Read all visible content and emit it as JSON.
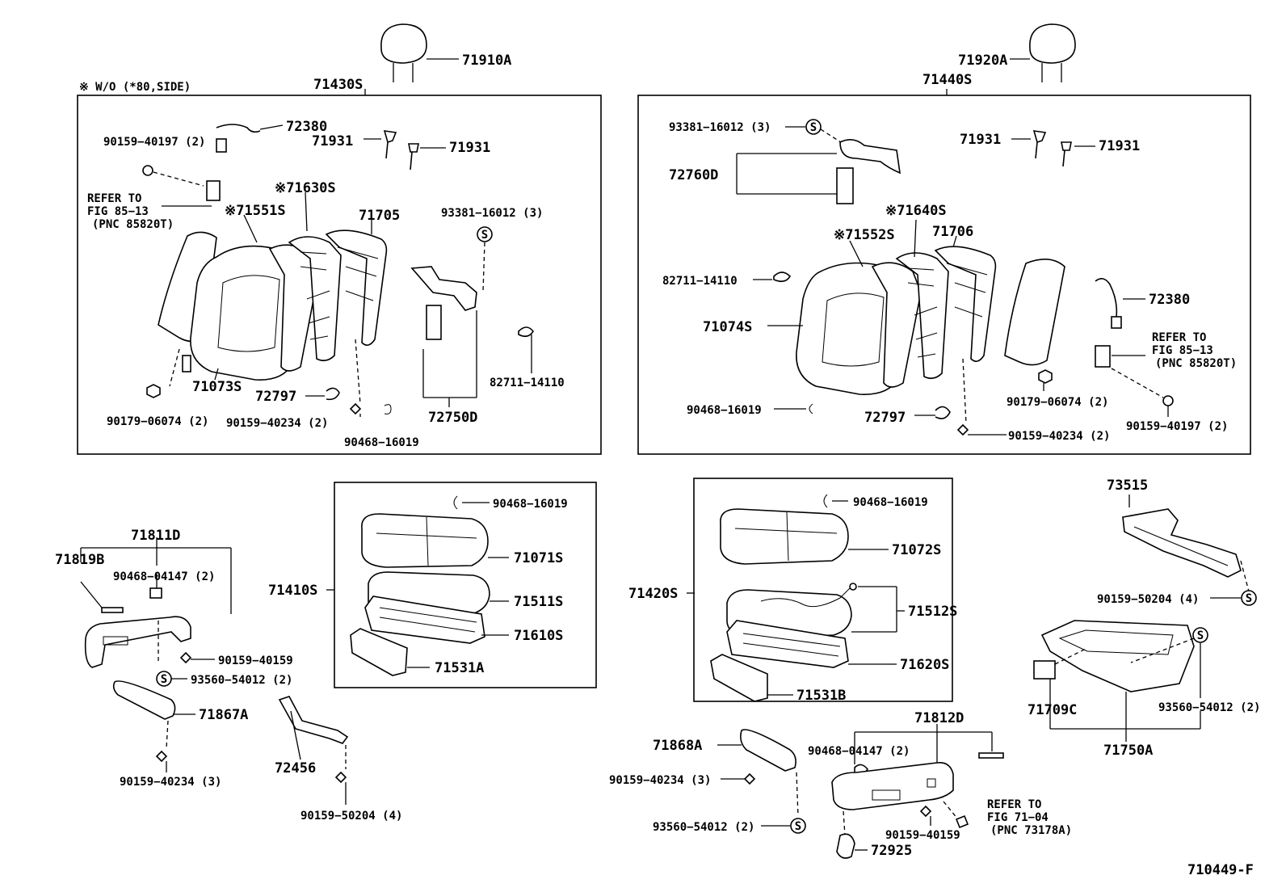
{
  "diagram_id": "710449-F",
  "note": "※ W/O (*80,SIDE)",
  "labels": {
    "l71910A": "71910A",
    "l71920A": "71920A",
    "l71430S": "71430S",
    "l71440S": "71440S",
    "l72380a": "72380",
    "l72380b": "72380",
    "l90159_40197a": "90159−40197 (2)",
    "l90159_40197b": "90159−40197 (2)",
    "l71931a": "71931",
    "l71931b": "71931",
    "l71931c": "71931",
    "l71931d": "71931",
    "refer1a": "REFER TO",
    "refer1b": "FIG 85−13",
    "refer1c": "(PNC 85820T)",
    "refer2a": "REFER TO",
    "refer2b": "FIG 85−13",
    "refer2c": "(PNC 85820T)",
    "refer3a": "REFER TO",
    "refer3b": "FIG 71−04",
    "refer3c": "(PNC 73178A)",
    "l71630S": "※71630S",
    "l71551S": "※71551S",
    "l71705": "71705",
    "l93381a": "93381−16012 (3)",
    "l93381b": "93381−16012 (3)",
    "l71073S": "71073S",
    "l72797a": "72797",
    "l72797b": "72797",
    "l82711a": "82711−14110",
    "l82711b": "82711−14110",
    "l90179a": "90179−06074 (2)",
    "l90179b": "90179−06074 (2)",
    "l90159_40234a": "90159−40234 (2)",
    "l90159_40234b": "90159−40234 (2)",
    "l72750D": "72750D",
    "l90468_16019a": "90468−16019",
    "l72760D": "72760D",
    "l71640S": "※71640S",
    "l71552S": "※71552S",
    "l71706": "71706",
    "l71074S": "71074S",
    "l90468_16019b": "90468−16019",
    "l71811D": "71811D",
    "l71819B": "71819B",
    "l90468_04147a": "90468−04147 (2)",
    "l90159_40159a": "90159−40159",
    "l93560a": "93560−54012 (2)",
    "l71867A": "71867A",
    "l90159_40234c": "90159−40234 (3)",
    "l72456": "72456",
    "l90159_50204a": "90159−50204 (4)",
    "l90468_16019c": "90468−16019",
    "l71071S": "71071S",
    "l71410S": "71410S",
    "l71511S": "71511S",
    "l71610S": "71610S",
    "l71531A": "71531A",
    "l90468_16019d": "90468−16019",
    "l71072S": "71072S",
    "l71420S": "71420S",
    "l71512S": "71512S",
    "l71620S": "71620S",
    "l71531B": "71531B",
    "l73515": "73515",
    "l90159_50204b": "90159−50204 (4)",
    "l71709C": "71709C",
    "l93560b": "93560−54012 (2)",
    "l71750A": "71750A",
    "l71868A": "71868A",
    "l90159_40234d": "90159−40234 (3)",
    "l93560c": "93560−54012 (2)",
    "l71812D": "71812D",
    "l90468_04147b": "90468−04147 (2)",
    "l90159_40159b": "90159−40159",
    "l72925": "72925",
    "s_symbol": "S"
  }
}
